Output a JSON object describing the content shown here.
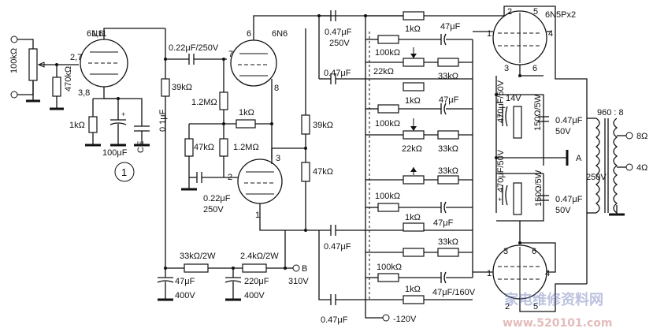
{
  "tubes": {
    "v1": {
      "name": "6N11",
      "pin_top": "1,6",
      "pin_grid": "2,7",
      "pin_cath": "3,8"
    },
    "v2": {
      "name": "6N6",
      "pin_plate": "6",
      "pin_grid": "7",
      "pin_cath": "8"
    },
    "v3": {
      "pin_plate": "3",
      "pin_grid": "2",
      "pin_cath": "1"
    },
    "v4": {
      "name": "6N5Px2",
      "pin_a": "2",
      "pin_b": "5",
      "pin_g1": "1",
      "pin_g2": "4",
      "pin_c1": "3",
      "pin_c2": "6"
    },
    "v5": {
      "pin_a": "3",
      "pin_b": "6",
      "pin_g1": "1",
      "pin_g2": "4",
      "pin_c1": "2",
      "pin_c2": "5"
    }
  },
  "components": {
    "pot_in": "100kΩ",
    "r_470k": "470kΩ",
    "r_1k_v1": "1kΩ",
    "c_100u": "100μF",
    "ce": "CE",
    "c_0_1u": "0.1μF",
    "c_022_250": "0.22μF/250V",
    "r_39k_a": "39kΩ",
    "r_12m_a": "1.2MΩ",
    "r_12m_b": "1.2MΩ",
    "r_1k_mid": "1kΩ",
    "r_47k_a": "47kΩ",
    "c_022_b": "0.22μF",
    "c_022_b_v": "250V",
    "r_39k_b": "39kΩ",
    "r_47k_b": "47kΩ",
    "c_047_top": "0.47μF",
    "c_047_top_v": "250V",
    "r_1k_top": "1kΩ",
    "c_47u_top": "47μF",
    "r_100k_a": "100kΩ",
    "c_047_b": "0.47μF",
    "r_22k_a": "22kΩ",
    "r_33k_a": "33kΩ",
    "r_1k_b": "1kΩ",
    "c_47u_b": "47μF",
    "r_100k_b": "100kΩ",
    "r_22k_b": "22kΩ",
    "r_33k_b": "33kΩ",
    "c_470_a": "470μF/50V",
    "v_14": "14V",
    "r_150_a": "150Ω/5W",
    "c_047_50_a": "0.47μF",
    "c_047_50_a_v": "50V",
    "c_470_b": "470μF/50V",
    "r_150_b": "150Ω/5W",
    "c_047_50_b": "0.47μF",
    "c_047_50_b_v": "50V",
    "r_33k_c": "33kΩ",
    "r_100k_c": "100kΩ",
    "r_1k_c": "1kΩ",
    "c_47u_c": "47μF",
    "c_047_c": "0.47μF",
    "r_33k_d": "33kΩ",
    "r_100k_d": "100kΩ",
    "r_1k_d": "1kΩ",
    "c_47u_160": "47μF/160V",
    "c_047_d": "0.47μF",
    "r_33k_2w": "33kΩ/2W",
    "r_24k_2w": "2.4kΩ/2W",
    "c_47u_400": "47μF",
    "c_47u_400_v": "400V",
    "c_220u": "220μF",
    "c_220u_v": "400V"
  },
  "nodes": {
    "b_label": "B",
    "b_voltage": "310V",
    "a_label": "A",
    "a_voltage": "250V",
    "neg_bias": "-120V",
    "circle_num": "1"
  },
  "transformer": {
    "ratio": "960 : 8",
    "tap_8": "8Ω",
    "tap_4": "4Ω"
  },
  "watermark": {
    "title": "家电维修资料网",
    "url": "www.520101.com"
  }
}
